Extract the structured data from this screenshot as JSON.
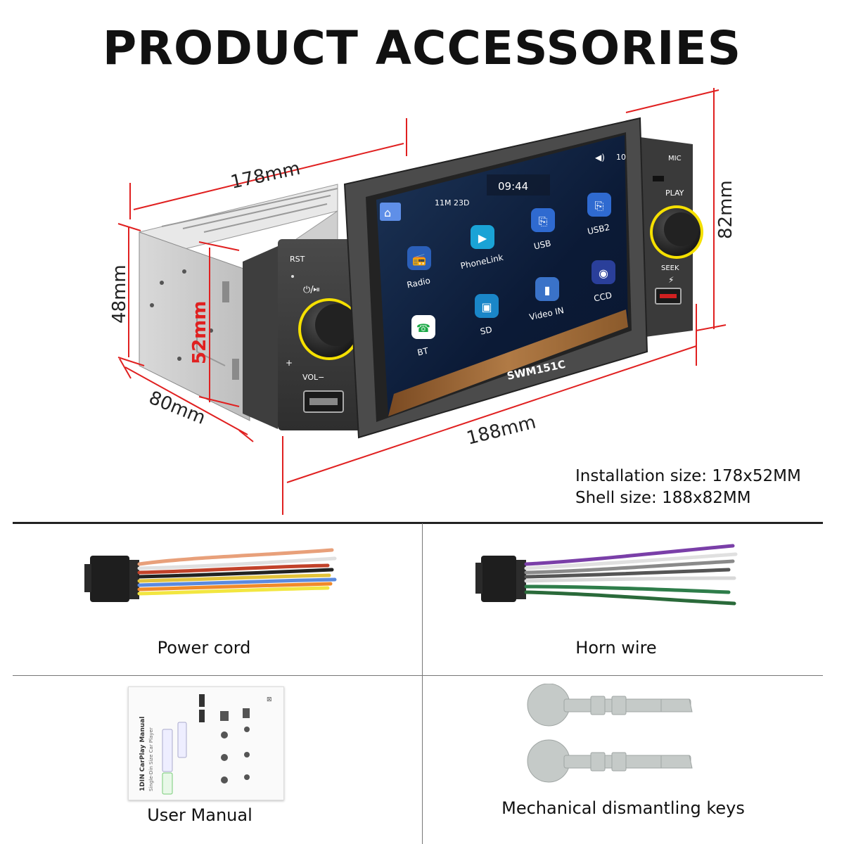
{
  "title": "PRODUCT ACCESSORIES",
  "dimensions": {
    "width_install": "178mm",
    "height_shell": "82mm",
    "height_body": "48mm",
    "height_install": "52mm",
    "depth": "80mm",
    "width_shell": "188mm"
  },
  "device": {
    "model": "SWM151C",
    "time": "09:44",
    "date": "11M 23D",
    "volume": "10",
    "labels": {
      "rst": "RST",
      "vol": "VOL−",
      "mic": "MIC",
      "play": "PLAY",
      "seek": "SEEK"
    },
    "apps": [
      {
        "label": "Radio",
        "icon": "radio-icon"
      },
      {
        "label": "PhoneLink",
        "icon": "phonelink-icon"
      },
      {
        "label": "USB",
        "icon": "usb-icon"
      },
      {
        "label": "USB2",
        "icon": "usb2-icon"
      },
      {
        "label": "BT",
        "icon": "bluetooth-phone-icon"
      },
      {
        "label": "SD",
        "icon": "sd-card-icon"
      },
      {
        "label": "Video IN",
        "icon": "video-in-icon"
      },
      {
        "label": "CCD",
        "icon": "camera-icon"
      }
    ]
  },
  "size_info": {
    "installation": "Installation size: 178x52MM",
    "shell": "Shell size: 188x82MM"
  },
  "accessories": [
    {
      "label": "Power cord"
    },
    {
      "label": "Horn wire"
    },
    {
      "label": "User Manual"
    },
    {
      "label": "Mechanical dismantling keys"
    }
  ],
  "manual": {
    "title": "1DIN CarPlay Manual",
    "subtitle": "Single-Din Size Car Player"
  },
  "colors": {
    "dimension_line": "#e02020",
    "knob_ring": "#f5e000",
    "screen_bg": "#0d1f3d",
    "bezel": "#3a3a3a"
  }
}
